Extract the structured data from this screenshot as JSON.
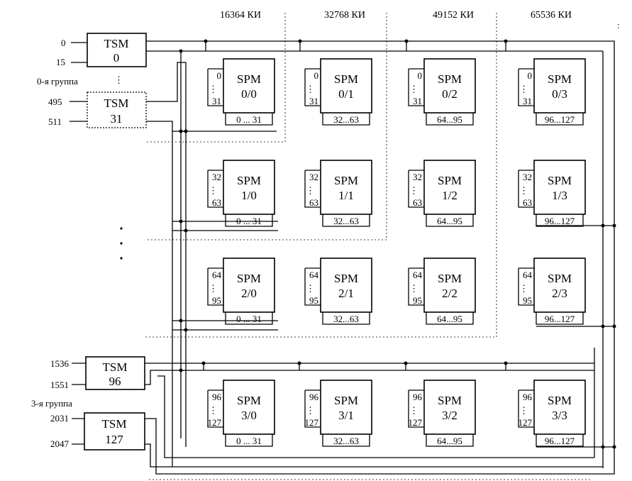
{
  "headers": [
    "16364 КИ",
    "32768 КИ",
    "49152 КИ",
    "65536 КИ"
  ],
  "tsm": [
    {
      "label": "TSM",
      "num": "0",
      "in_top": "0",
      "in_bot": "15"
    },
    {
      "label": "TSM",
      "num": "31",
      "in_top": "495",
      "in_bot": "511"
    },
    {
      "label": "TSM",
      "num": "96",
      "in_top": "1536",
      "in_bot": "1551"
    },
    {
      "label": "TSM",
      "num": "127",
      "in_top": "2031",
      "in_bot": "2047"
    }
  ],
  "group_labels": [
    "0-я группа",
    "3-я группа"
  ],
  "spm_label": "SPM",
  "rows": [
    {
      "pin_top": "0",
      "pin_bot": "31"
    },
    {
      "pin_top": "32",
      "pin_bot": "63"
    },
    {
      "pin_top": "64",
      "pin_bot": "95"
    },
    {
      "pin_top": "96",
      "pin_bot": "127"
    }
  ],
  "col_outputs": [
    "0 ... 31",
    "32...63",
    "64...95",
    "96...127"
  ],
  "spm_ids": [
    [
      "0/0",
      "0/1",
      "0/2",
      "0/3"
    ],
    [
      "1/0",
      "1/1",
      "1/2",
      "1/3"
    ],
    [
      "2/0",
      "2/1",
      "2/2",
      "2/3"
    ],
    [
      "3/0",
      "3/1",
      "3/2",
      "3/3"
    ]
  ]
}
